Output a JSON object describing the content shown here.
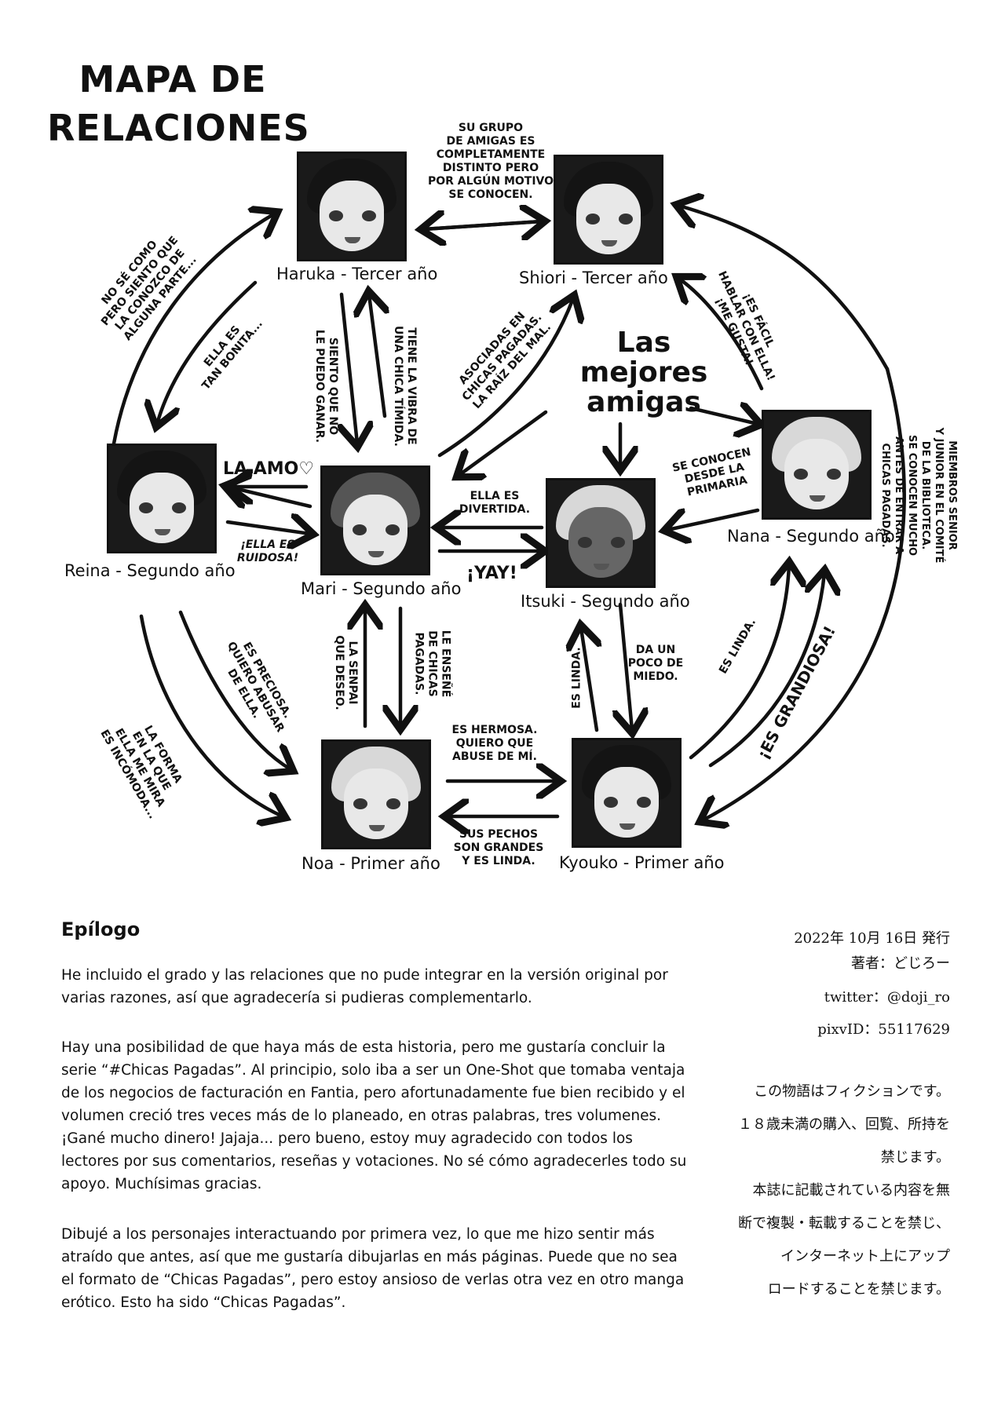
{
  "title_line1": "MAPA DE",
  "title_line2": "RELACIONES",
  "characters": {
    "haruka": "Haruka - Tercer año",
    "shiori": "Shiori - Tercer año",
    "reina": "Reina - Segundo año",
    "mari": "Mari - Segundo año",
    "itsuki": "Itsuki - Segundo año",
    "nana": "Nana - Segundo año",
    "noa": "Noa - Primer año",
    "kyouko": "Kyouko - Primer año"
  },
  "center_label": "Las\nmejores\namigas",
  "notes": {
    "haruka_shiori": "SU GRUPO\nDE AMIGAS ES\nCOMPLETAMENTE\nDISTINTO PERO\nPOR ALGÚN MOTIVO\nSE CONOCEN.",
    "reina_haruka": "NO SÉ COMO\nPERO SIENTO QUE\nLA CONOZCO DE\nALGUNA PARTE...",
    "haruka_reina": "ELLA ES\nTAN BONITA...",
    "mari_haruka": "SIENTO QUE NO\nLE PUEDO GANAR.",
    "haruka_mari": "TIENE LA VIBRA DE\nUNA CHICA TÍMIDA.",
    "shiori_mari": "ASOCIADAS EN\nCHICAS PAGADAS.\nLA RAÍZ DEL MAL.",
    "nana_shiori": "¡ES FÁCIL\nHABLAR CON ELLA!\n¡ME GUSTA!",
    "shiori_kyouko": "MIEMBROS SENIOR\nY JUNIOR EN EL COMITÉ\nDE LA BIBLIOTECA.\nSE CONOCEN MUCHO\nANTES DE ENTRAR A\nCHICAS PAGADAS.",
    "itsuki_mari": "ELLA ES\nDIVERTIDA.",
    "reina_mari": "¡ELLA ES\nRUIDOSA!",
    "itsuki_nana": "SE CONOCEN\nDESDE LA\nPRIMARIA",
    "noa_mari": "LA SENPAI\nQUE DESEO.",
    "mari_noa": "LE ENSEÑÉ\nDE CHICAS\nPAGADAS.",
    "reina_noa": "ES PRECIOSA.\nQUIERO ABUSAR\nDE ELLA.",
    "noa_reina": "LA FORMA\nEN LA QUE\nELLA ME MIRA\nES INCÓMODA...",
    "kyouko_itsuki": "ES LINDA.",
    "itsuki_kyouko": "DA UN\nPOCO DE\nMIEDO.",
    "kyouko_nana": "ES LINDA.",
    "noa_kyouko": "ES HERMOSA.\nQUIERO QUE\nABUSE DE MÍ.",
    "kyouko_noa": "SUS PECHOS\nSON GRANDES\nY ES LINDA."
  },
  "shouts": {
    "la_amo": "LA AMO♡",
    "yay": "¡YAY!",
    "grandiosa": "¡ES GRANDIOSA!"
  },
  "epilogue": {
    "heading": "Epílogo",
    "p1": "He incluido el grado y las relaciones que no pude integrar en la versión original por varias razones, así que agradecería si pudieras complementarlo.",
    "p2": "Hay una posibilidad de que haya más de esta historia, pero me gustaría concluir la serie “#Chicas Pagadas”.  Al principio, solo iba a ser un One-Shot que tomaba ventaja de los negocios de facturación en Fantia, pero afortunadamente fue bien recibido y el volumen creció tres veces más de lo planeado, en otras palabras, tres volumenes. ¡Gané mucho dinero! Jajaja... pero bueno, estoy muy agradecido con todos los lectores por sus comentarios, reseñas y votaciones. No sé cómo agradecerles todo su apoyo. Muchísimas gracias.",
    "p3": "Dibujé a los personajes interactuando por primera vez, lo que me hizo sentir más atraído que antes, así que me gustaría dibujarlas en más páginas. Puede que no sea el formato de “Chicas Pagadas”, pero estoy ansioso de verlas otra vez en otro manga erótico. Esto ha sido “Chicas Pagadas”."
  },
  "colophon": {
    "date": "2022年  10月 16日 発行",
    "author": "著者：どじろー",
    "twitter": "twitter：@doji_ro",
    "pixiv": "pixvID：55117629",
    "disclaimer": "この物語はフィクションです。\n１８歳未満の購入、回覧、所持を\n禁じます。\n本誌に記載されている内容を無\n断で複製・転載することを禁じ、\nインターネット上にアップ\nロードすることを禁じます。"
  }
}
